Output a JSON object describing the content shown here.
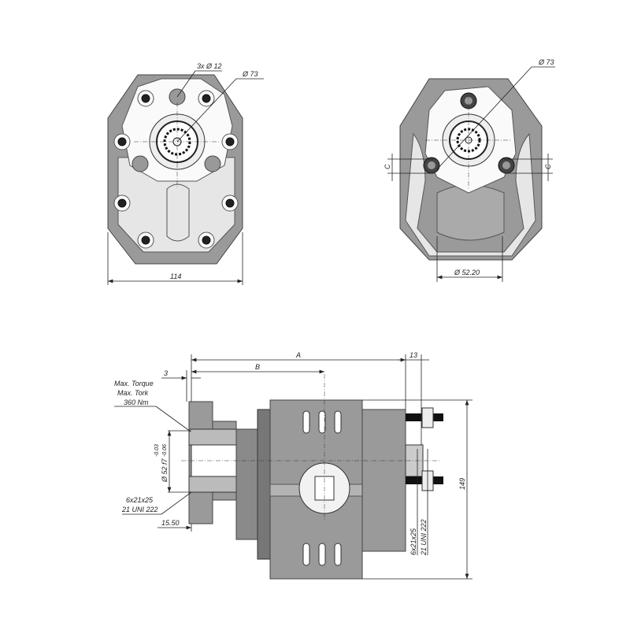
{
  "front_view_left": {
    "holes_label": "3x Ø 12",
    "pilot_diameter_label": "Ø 73",
    "width_label": "114"
  },
  "front_view_right": {
    "pilot_diameter_label": "Ø 73",
    "shaft_diameter_label": "Ø 52.20",
    "c_left": "C",
    "c_right": "C"
  },
  "side_view": {
    "dim_a": "A",
    "dim_b": "B",
    "dim_3": "3",
    "dim_13": "13",
    "torque_line1": "Max. Torque",
    "torque_line2": "Max. Tork",
    "torque_value": "360 Nm",
    "spigot_label": "Ø 52 f7",
    "spigot_tol_upper": "-0.03",
    "spigot_tol_lower": "-0.06",
    "spline_left_line1": "6x21x25",
    "spline_left_line2": "21 UNI 222",
    "dim_15_50": "15.50",
    "height_label": "149",
    "spline_right_line1": "6x21x25",
    "spline_right_line2": "21 UNI 222"
  }
}
